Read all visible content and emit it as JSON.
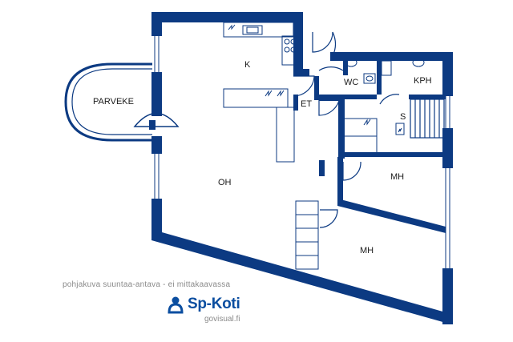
{
  "rooms": {
    "parveke": "PARVEKE",
    "k": "K",
    "et": "ET",
    "wc": "WC",
    "kph": "KPH",
    "s": "S",
    "oh": "OH",
    "mh1": "MH",
    "mh2": "MH"
  },
  "footer": {
    "caption": "pohjakuva suuntaa-antava - ei mittakaavassa",
    "brand": "Sp-Koti",
    "website": "govisual.fi"
  },
  "colors": {
    "wall": "#0c3a82",
    "brand": "#0b4ea0"
  },
  "icons": [
    "logo-person-icon"
  ]
}
